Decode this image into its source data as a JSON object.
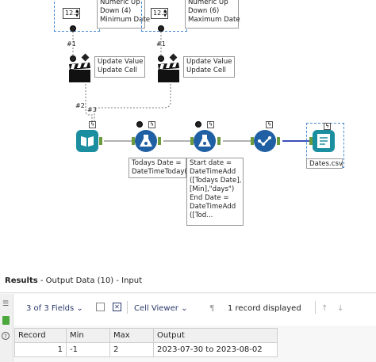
{
  "workflow": {
    "numeric_min": {
      "value": "12.3",
      "label_lines": [
        "Numeric Up",
        "Down (4)",
        "Minimum Date"
      ]
    },
    "numeric_max": {
      "value": "12.3",
      "label_lines": [
        "Numeric Up",
        "Down (6)",
        "Maximum Date"
      ]
    },
    "action_left": {
      "label_lines": [
        "Update Value",
        "Update Cell"
      ],
      "conn_label": "#1"
    },
    "action_right": {
      "label_lines": [
        "Update Value",
        "Update Cell"
      ],
      "conn_label": "#1"
    },
    "conn_labels": {
      "two": "#2",
      "three": "#3"
    },
    "formula1": {
      "text": "Todays Date =\nDateTimeToday()"
    },
    "formula2": {
      "text": "Start date =\nDateTimeAdd\n([Todays Date],\n[Min],\"days\")\nEnd Date =\nDateTimeAdd\n([Tod..."
    },
    "output": {
      "label": "Dates.csv"
    }
  },
  "results": {
    "title_bold": "Results",
    "title_rest": " - Output Data (10) - Input",
    "fields": "3 of 3 Fields",
    "viewer": "Cell Viewer",
    "records": "1 record displayed",
    "columns": [
      "Record",
      "Min",
      "Max",
      "Output"
    ],
    "rows": [
      [
        "1",
        "-1",
        "2",
        "2023-07-30 to 2023-08-02"
      ]
    ]
  }
}
